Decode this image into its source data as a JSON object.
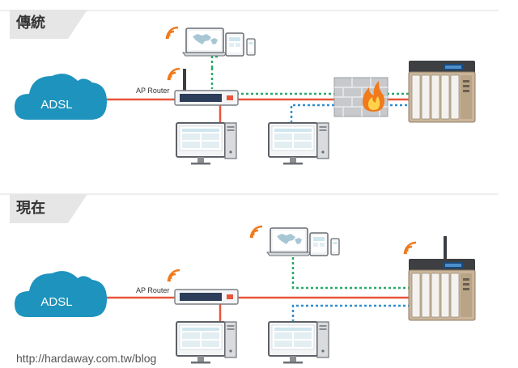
{
  "sections": [
    {
      "title": "傳統",
      "router_label": "AP Router",
      "cloud_label": "ADSL"
    },
    {
      "title": "現在",
      "router_label": "AP Router",
      "cloud_label": "ADSL"
    }
  ],
  "watermark": "http://hardaway.com.tw/blog",
  "colors": {
    "red_link": "#e8553b",
    "green_link": "#2aa86b",
    "blue_link": "#2f8fd0",
    "cloud": "#1e93bd",
    "wifi": "#f07a1c"
  }
}
